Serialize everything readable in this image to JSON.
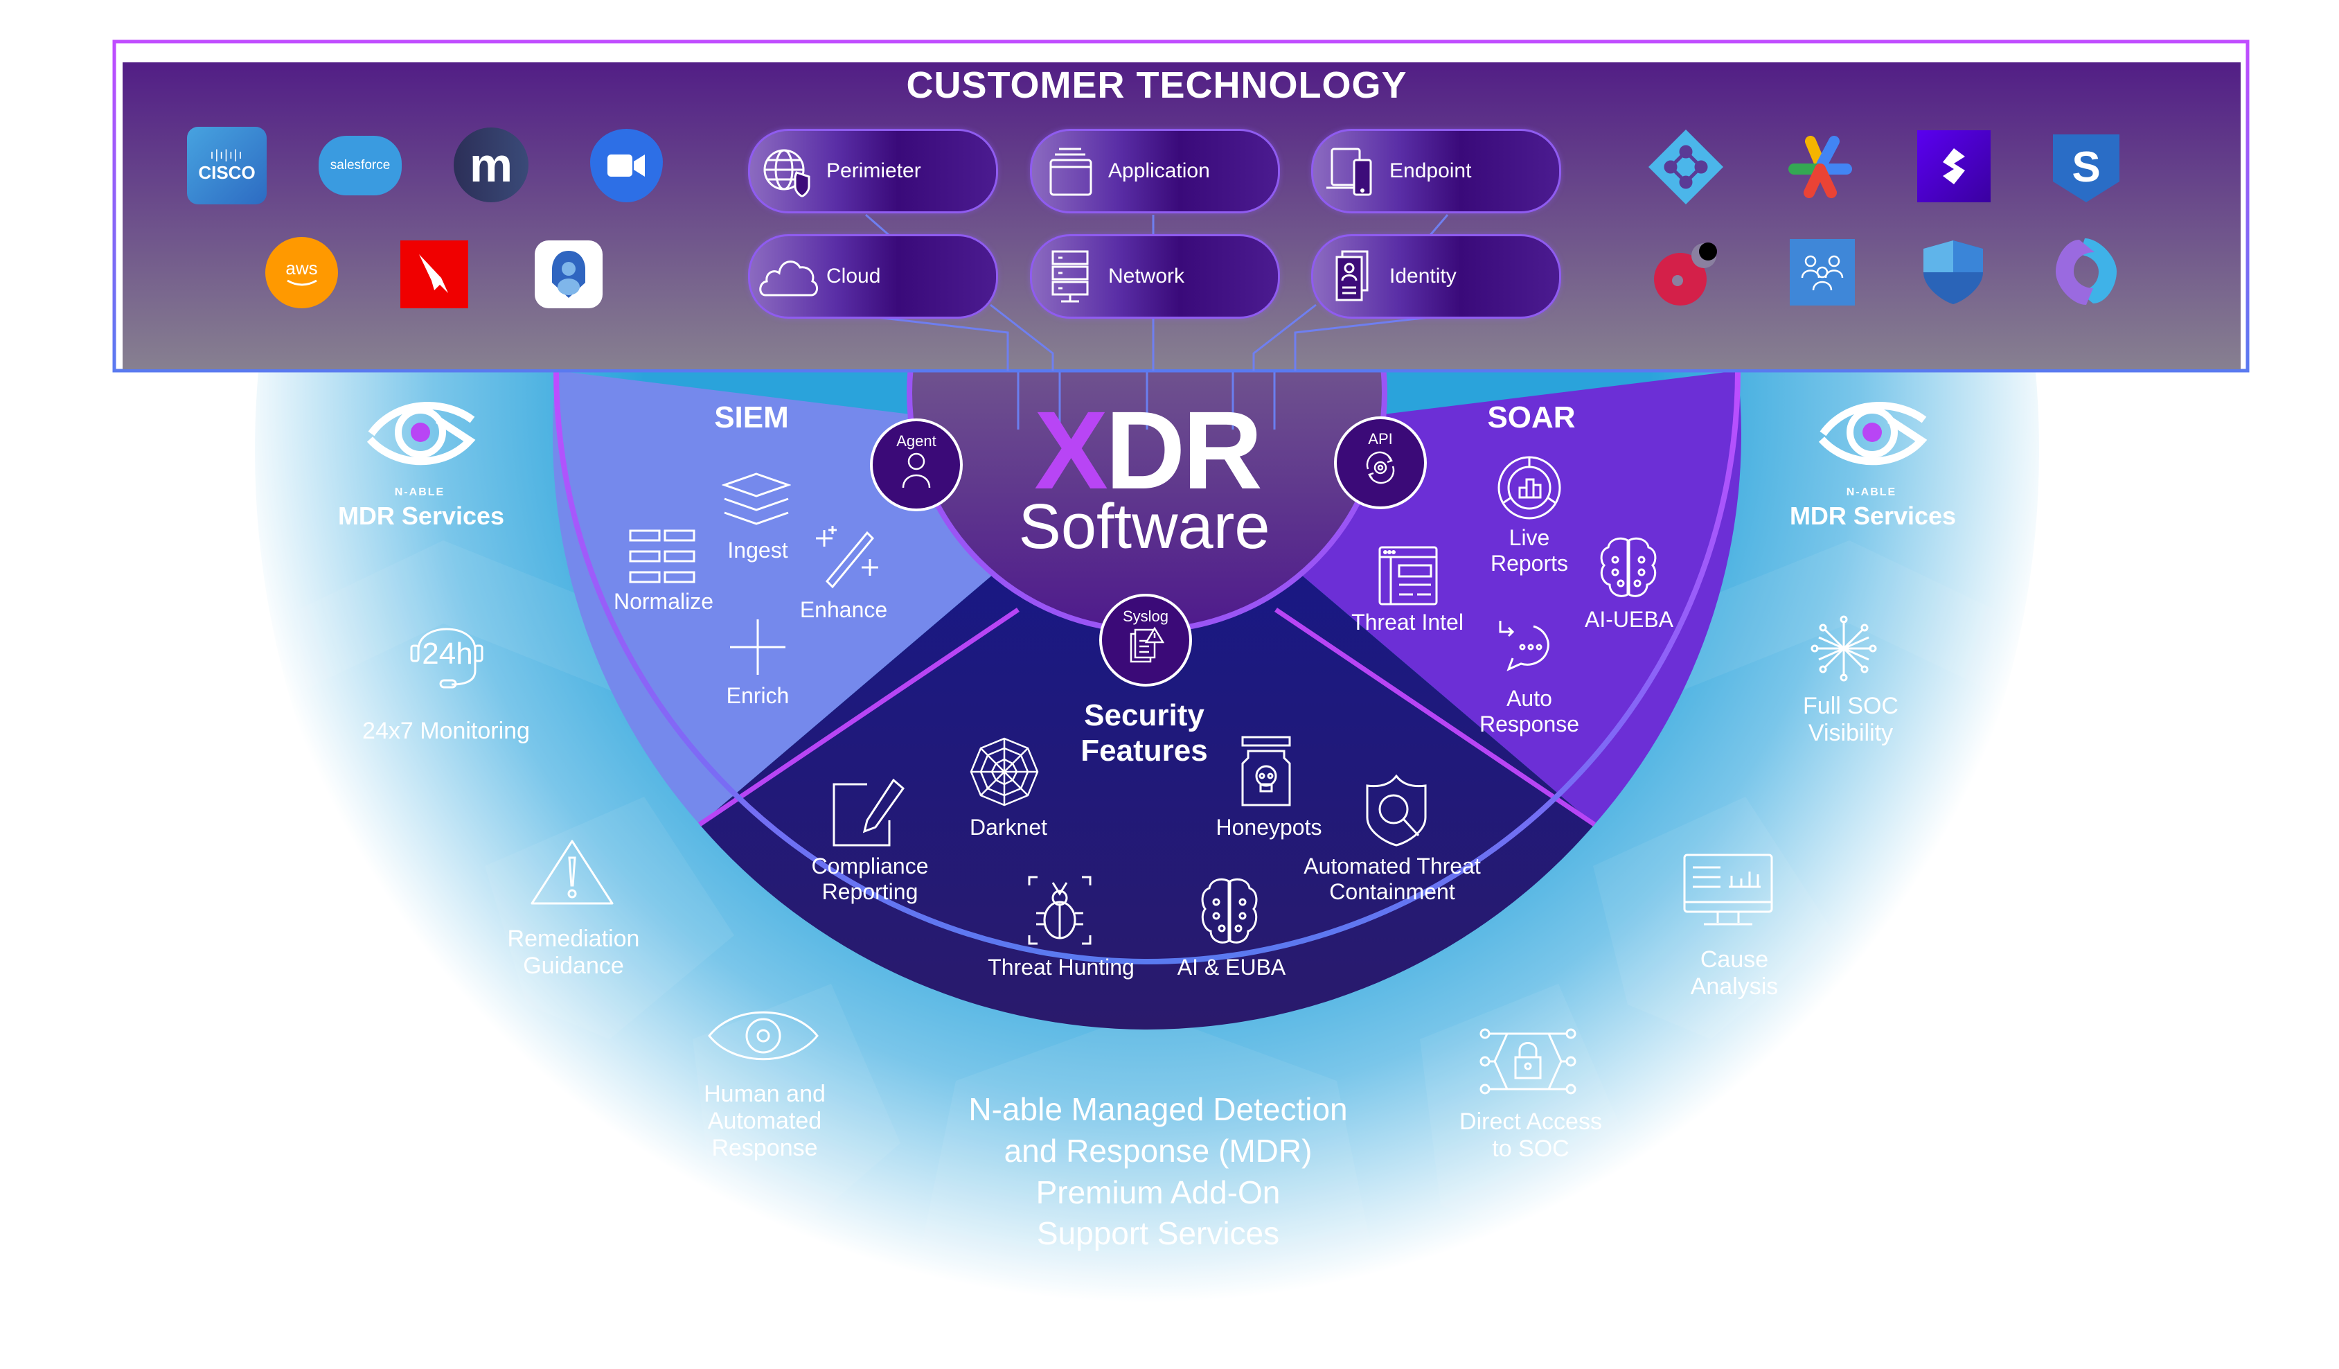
{
  "customer_technology": {
    "title": "CUSTOMER TECHNOLOGY",
    "left_logos": [
      {
        "name": "cisco",
        "text": "CISCO",
        "color": "#3a8fd8"
      },
      {
        "name": "salesforce",
        "text": "salesforce",
        "color": "#3a9be0"
      },
      {
        "name": "m-logo",
        "text": "m",
        "color": "#2c3560"
      },
      {
        "name": "zoom",
        "text": "",
        "color": "#2d6fe6"
      },
      {
        "name": "aws",
        "text": "aws",
        "color": "#ff9900"
      },
      {
        "name": "crowdstrike",
        "text": "",
        "color": "#f00000"
      },
      {
        "name": "authenticator",
        "text": "",
        "color": "#ffffff"
      }
    ],
    "categories": [
      {
        "label": "Perimieter",
        "icon": "globe-shield-icon"
      },
      {
        "label": "Application",
        "icon": "application-window-icon"
      },
      {
        "label": "Endpoint",
        "icon": "laptop-phone-icon"
      },
      {
        "label": "Cloud",
        "icon": "cloud-icon"
      },
      {
        "label": "Network",
        "icon": "server-rack-icon"
      },
      {
        "label": "Identity",
        "icon": "id-card-icon"
      }
    ],
    "right_logos": [
      {
        "name": "azure-ad",
        "color": "#4bb6ea"
      },
      {
        "name": "google-workspace",
        "color": "#4285f4"
      },
      {
        "name": "sentinel-s",
        "color": "#4a00d8"
      },
      {
        "name": "sophos",
        "color": "#2a6dc6"
      },
      {
        "name": "red-dot-logo",
        "color": "#d42049"
      },
      {
        "name": "teams-people",
        "color": "#3f87d8"
      },
      {
        "name": "defender-shield",
        "color": "#2f80d0"
      },
      {
        "name": "copilot",
        "color": "#7b5ae0"
      }
    ]
  },
  "core": {
    "title_x": "X",
    "title_dr": "DR",
    "subtitle": "Software",
    "connectors": [
      {
        "label": "Agent",
        "icon": "person-icon"
      },
      {
        "label": "API",
        "icon": "gear-cycle-icon"
      },
      {
        "label": "Syslog",
        "icon": "document-alert-icon"
      }
    ]
  },
  "siem": {
    "title": "SIEM",
    "items": [
      {
        "label": "Ingest",
        "icon": "layers-icon"
      },
      {
        "label": "Normalize",
        "icon": "grid-rows-icon"
      },
      {
        "label": "Enhance",
        "icon": "magic-wand-icon"
      },
      {
        "label": "Enrich",
        "icon": "plus-icon"
      }
    ]
  },
  "soar": {
    "title": "SOAR",
    "items": [
      {
        "label": "Live\nReports",
        "icon": "report-chart-icon"
      },
      {
        "label": "Threat Intel",
        "icon": "browser-list-icon"
      },
      {
        "label": "AI-UEBA",
        "icon": "brain-icon"
      },
      {
        "label": "Auto\nResponse",
        "icon": "chat-bubble-icon"
      }
    ]
  },
  "security": {
    "title": "Security\nFeatures",
    "items": [
      {
        "label": "Darknet",
        "icon": "spider-web-icon"
      },
      {
        "label": "Honeypots",
        "icon": "poison-jar-icon"
      },
      {
        "label": "Compliance\nReporting",
        "icon": "edit-document-icon"
      },
      {
        "label": "Automated Threat\nContainment",
        "icon": "shield-search-icon"
      },
      {
        "label": "Threat Hunting",
        "icon": "bug-icon"
      },
      {
        "label": "AI & EUBA",
        "icon": "brain-icon"
      }
    ]
  },
  "mdr": {
    "brand": "N-ABLE",
    "badge_label": "MDR Services",
    "services": [
      {
        "label": "24x7 Monitoring",
        "icon": "headset-24h-icon"
      },
      {
        "label": "Remediation\nGuidance",
        "icon": "warning-icon"
      },
      {
        "label": "Human and\nAutomated\nResponse",
        "icon": "eye-icon"
      },
      {
        "label": "Direct Access\nto SOC",
        "icon": "lock-network-icon"
      },
      {
        "label": "Cause\nAnalysis",
        "icon": "monitor-chart-icon"
      },
      {
        "label": "Full SOC\nVisibility",
        "icon": "network-burst-icon"
      }
    ],
    "center_text": "N-able Managed Detection\nand Response (MDR)\nPremium Add-On\nSupport Services"
  },
  "colors": {
    "siem": "#7589ec",
    "soar": "#6c2fd6",
    "security": "#1a1a86",
    "accent_purple": "#b845f5",
    "outer_blue": "#2ea5dc"
  }
}
